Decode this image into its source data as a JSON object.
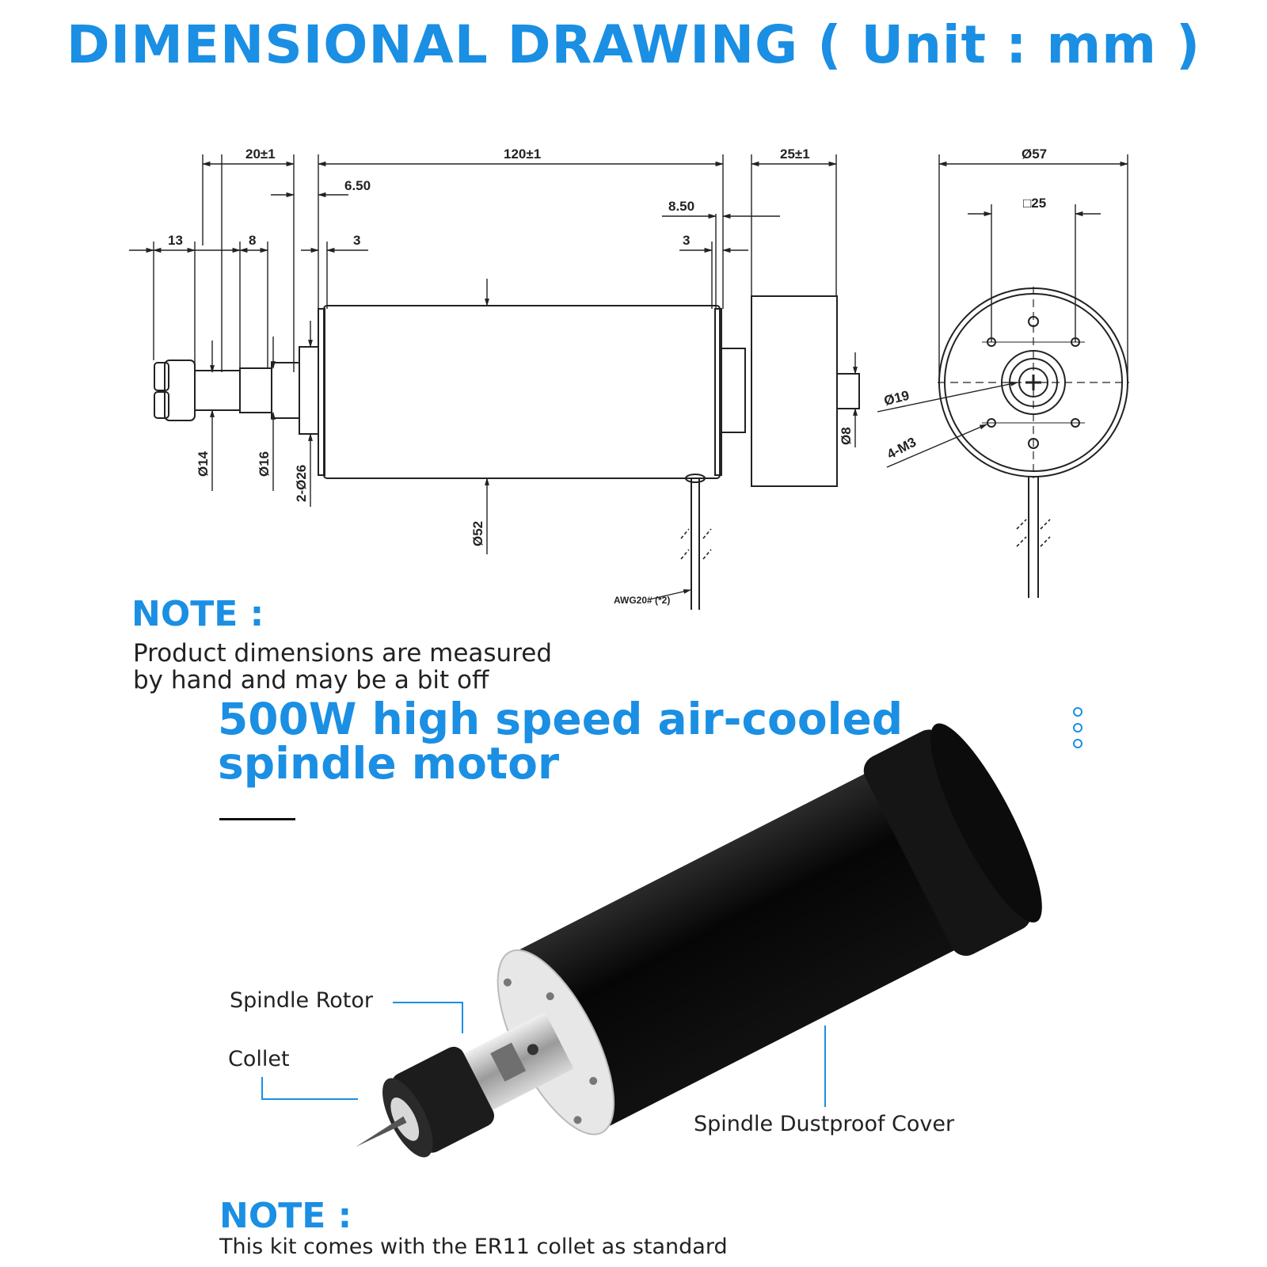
{
  "header": {
    "title": "DIMENSIONAL DRAWING ( Unit : mm )"
  },
  "drawing": {
    "dimensions": {
      "d20": "20±1",
      "d120": "120±1",
      "d25": "25±1",
      "d57": "Ø57",
      "d6_50": "6.50",
      "d8_50": "8.50",
      "dsq25": "□25",
      "d13": "13",
      "d8": "8",
      "d3a": "3",
      "d3b": "3",
      "phi14": "Ø14",
      "phi16": "Ø16",
      "phi26": "2-Ø26",
      "phi52": "Ø52",
      "phi8": "Ø8",
      "phi19": "Ø19",
      "m3": "4-M3",
      "wire": "AWG20# (*2)"
    }
  },
  "note1": {
    "heading": "NOTE :",
    "line1": "Product dimensions are measured",
    "line2": "by hand and may be a bit off"
  },
  "product": {
    "title_line1": "500W high speed air-cooled",
    "title_line2": "spindle motor",
    "callouts": {
      "rotor": "Spindle Rotor",
      "collet": "Collet",
      "cover": "Spindle Dustproof Cover"
    },
    "accent_color": "#1a8fe3"
  },
  "note2": {
    "heading": "NOTE :",
    "line1": "This kit comes with the ER11 collet as standard"
  }
}
